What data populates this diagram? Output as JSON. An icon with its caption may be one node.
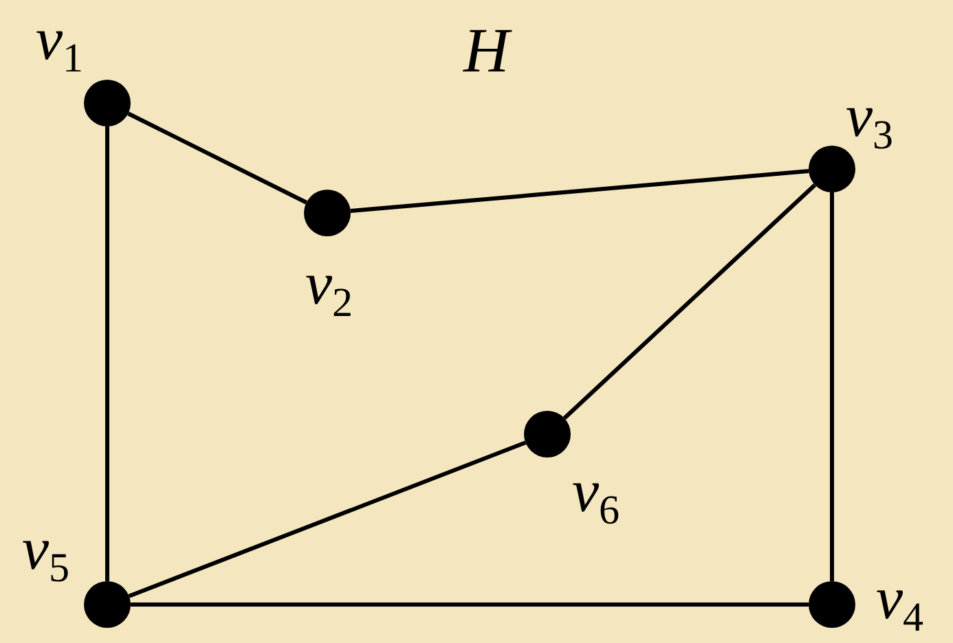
{
  "diagram": {
    "title": "H",
    "nodes": [
      {
        "text": [
          "*v*$_{1}$"
        ]
      },
      {
        "text": [
          "*v*$_{2}$"
        ]
      },
      {
        "text": [
          "*v*$_{3}$"
        ]
      },
      {
        "text": [
          "*v*$_{4}$"
        ]
      },
      {
        "text": [
          "*v*$_{5}$"
        ]
      },
      {
        "text": [
          "*v*$_{6}$"
        ]
      }
    ],
    "edges": [
      {
        "from": 0,
        "to": 1,
        "arrow": "none"
      },
      {
        "from": 1,
        "to": 2,
        "arrow": "none"
      },
      {
        "from": 2,
        "to": 3,
        "arrow": "none"
      },
      {
        "from": 3,
        "to": 4,
        "arrow": "none"
      },
      {
        "from": 4,
        "to": 0,
        "arrow": "none"
      },
      {
        "from": 4,
        "to": 5,
        "arrow": "none"
      },
      {
        "from": 5,
        "to": 2,
        "arrow": "none"
      }
    ]
  }
}
